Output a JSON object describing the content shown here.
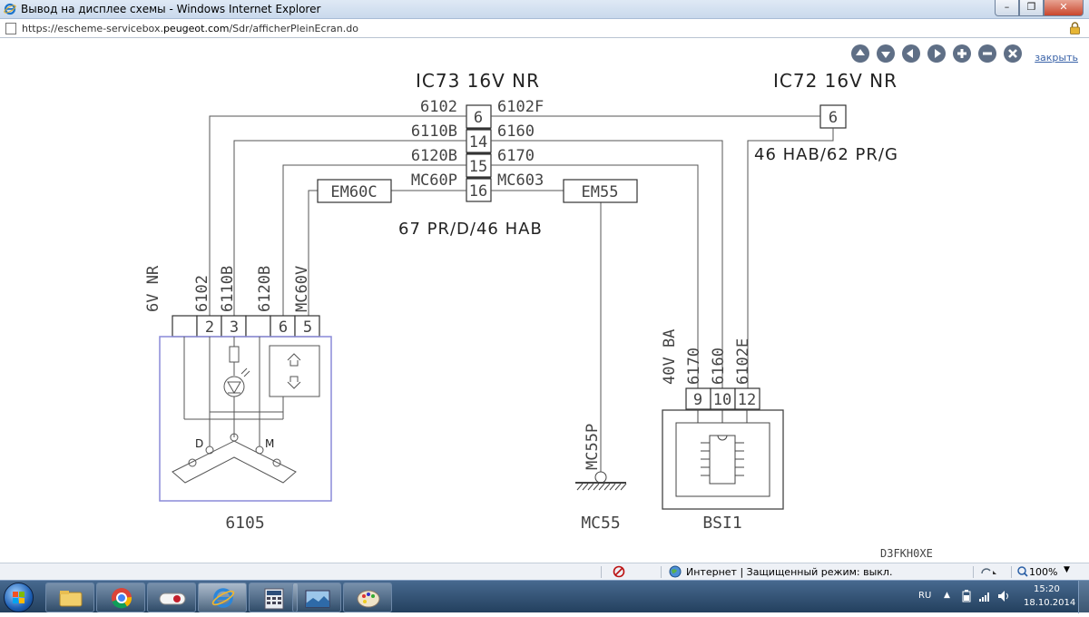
{
  "window": {
    "title": "Вывод на дисплее схемы - Windows Internet Explorer",
    "buttons": {
      "minimize": "–",
      "restore": "❐",
      "close": "✕"
    }
  },
  "address": {
    "scheme": "https://escheme-servicebox.",
    "host": "peugeot.com",
    "path": "/Sdr/afficherPleinEcran.do"
  },
  "toolbar": {
    "icons": [
      "up-arrow-icon",
      "down-arrow-icon",
      "left-arrow-icon",
      "right-arrow-icon",
      "zoom-in-icon",
      "zoom-out-icon",
      "close-circle-icon"
    ],
    "close_label": "закрыть"
  },
  "diagram": {
    "connector_ic73": "IC73 16V NR",
    "connector_ic72": "IC72 16V NR",
    "ic73_pins": [
      "6",
      "14",
      "15",
      "16"
    ],
    "ic72_pin": "6",
    "left_wires": [
      "6102",
      "6110B",
      "6120B",
      "MC60P"
    ],
    "right_wires": [
      "6102F",
      "6160",
      "6170",
      "MC603"
    ],
    "harness_left": "67 PR/D/46 HAB",
    "harness_right": "46 HAB/62 PR/G",
    "em60c": "EM60C",
    "em55": "EM55",
    "conn_6105": "6V NR",
    "vert_6105": [
      "6102",
      "6110B",
      "6120B",
      "MC60V"
    ],
    "pins_6105": [
      "",
      "2",
      "3",
      "",
      "6",
      "5"
    ],
    "part_6105": "6105",
    "switch_d": "D",
    "switch_m": "M",
    "ground_label": "MC55P",
    "part_mc55": "MC55",
    "conn_bsi": "40V BA",
    "vert_bsi": [
      "6170",
      "6160",
      "6102E"
    ],
    "pins_bsi": [
      "9",
      "10",
      "12"
    ],
    "part_bsi": "BSI1",
    "code": "D3FKH0XE"
  },
  "status": {
    "zone": "Интернет | Защищенный режим: выкл.",
    "zoom": "100%"
  },
  "taskbar": {
    "lang": "RU",
    "time": "15:20",
    "date": "18.10.2014"
  }
}
